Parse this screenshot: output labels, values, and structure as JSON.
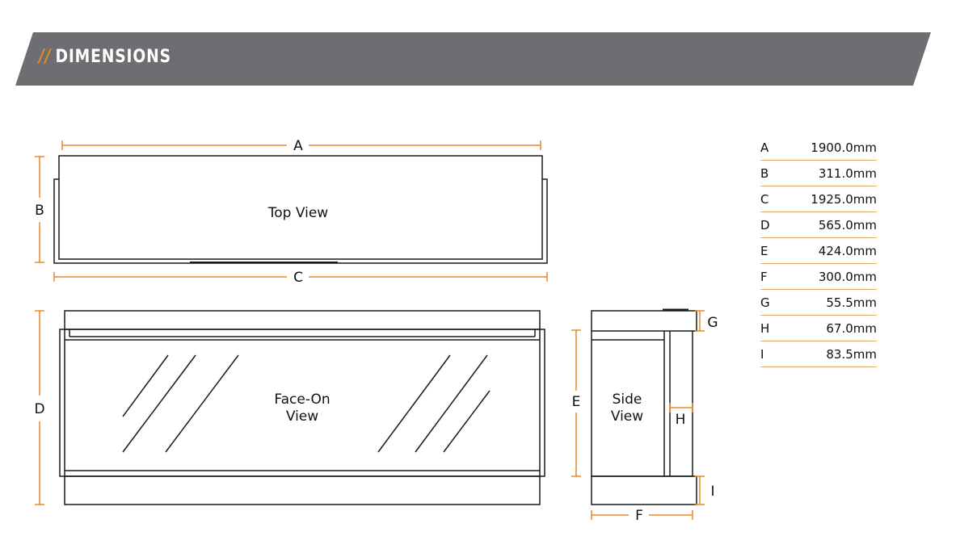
{
  "header": {
    "slashes": "//",
    "title": "DIMENSIONS"
  },
  "views": {
    "top": "Top View",
    "face_line1": "Face-On",
    "face_line2": "View",
    "side_line1": "Side",
    "side_line2": "View"
  },
  "labels": {
    "A": "A",
    "B": "B",
    "C": "C",
    "D": "D",
    "E": "E",
    "F": "F",
    "G": "G",
    "H": "H",
    "I": "I"
  },
  "dimensions": [
    {
      "letter": "A",
      "value": "1900.0mm"
    },
    {
      "letter": "B",
      "value": "311.0mm"
    },
    {
      "letter": "C",
      "value": "1925.0mm"
    },
    {
      "letter": "D",
      "value": "565.0mm"
    },
    {
      "letter": "E",
      "value": "424.0mm"
    },
    {
      "letter": "F",
      "value": "300.0mm"
    },
    {
      "letter": "G",
      "value": "55.5mm"
    },
    {
      "letter": "H",
      "value": "67.0mm"
    },
    {
      "letter": "I",
      "value": "83.5mm"
    }
  ],
  "colors": {
    "banner": "#6d6e71",
    "accent": "#e8892a",
    "line": "#1a1a1a"
  }
}
